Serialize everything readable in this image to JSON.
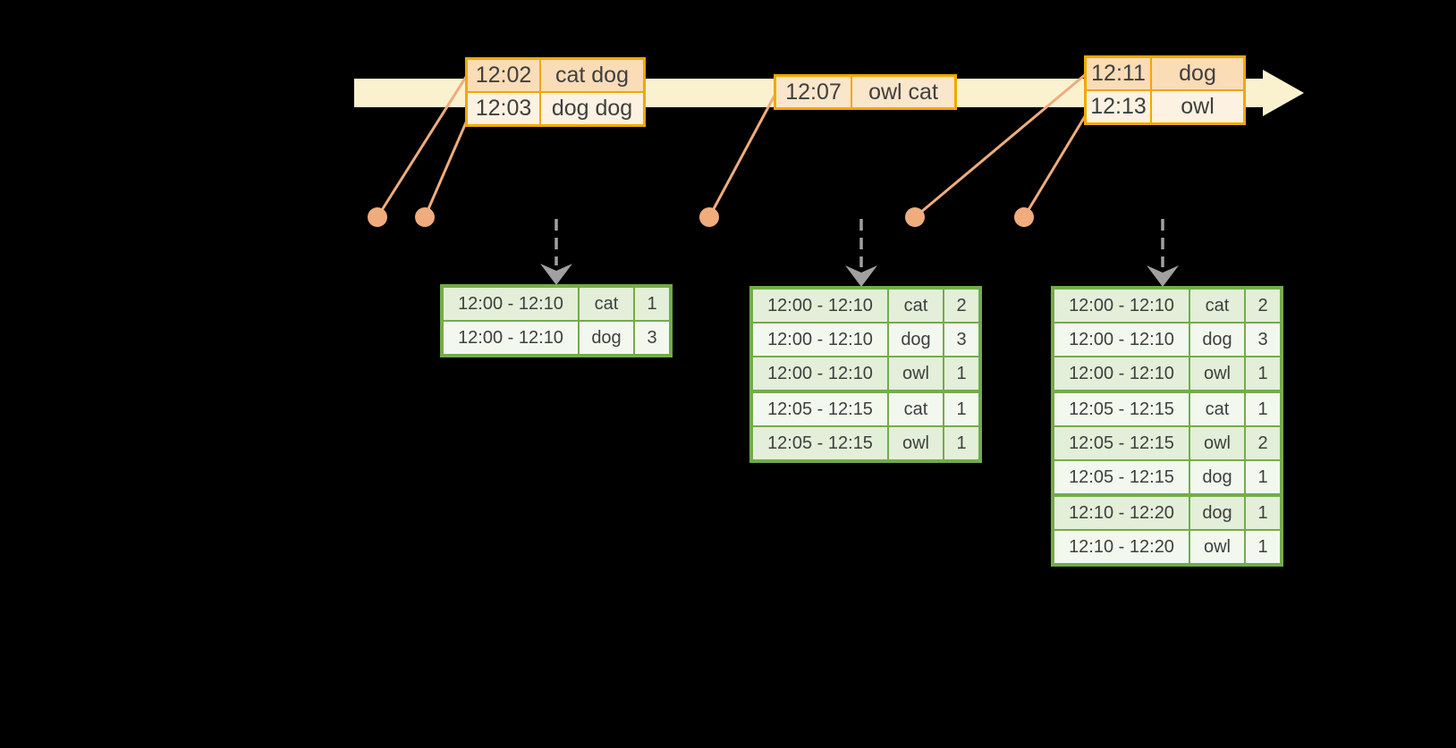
{
  "event_batches": [
    {
      "name": "event-batch-1",
      "rows": [
        {
          "time": "12:02",
          "words": "cat dog"
        },
        {
          "time": "12:03",
          "words": "dog dog"
        }
      ]
    },
    {
      "name": "event-batch-2",
      "rows": [
        {
          "time": "12:07",
          "words": "owl cat"
        }
      ]
    },
    {
      "name": "event-batch-3",
      "rows": [
        {
          "time": "12:11",
          "words": "dog"
        },
        {
          "time": "12:13",
          "words": "owl"
        }
      ]
    }
  ],
  "result_tables": [
    {
      "name": "result-table-1",
      "rows": [
        {
          "window": "12:00 - 12:10",
          "word": "cat",
          "count": "1"
        },
        {
          "window": "12:00 - 12:10",
          "word": "dog",
          "count": "3"
        }
      ]
    },
    {
      "name": "result-table-2",
      "rows": [
        {
          "window": "12:00 - 12:10",
          "word": "cat",
          "count": "2"
        },
        {
          "window": "12:00 - 12:10",
          "word": "dog",
          "count": "3"
        },
        {
          "window": "12:00 - 12:10",
          "word": "owl",
          "count": "1"
        },
        {
          "window": "12:05 - 12:15",
          "word": "cat",
          "count": "1"
        },
        {
          "window": "12:05 - 12:15",
          "word": "owl",
          "count": "1"
        }
      ]
    },
    {
      "name": "result-table-3",
      "rows": [
        {
          "window": "12:00 - 12:10",
          "word": "cat",
          "count": "2"
        },
        {
          "window": "12:00 - 12:10",
          "word": "dog",
          "count": "3"
        },
        {
          "window": "12:00 - 12:10",
          "word": "owl",
          "count": "1"
        },
        {
          "window": "12:05 - 12:15",
          "word": "cat",
          "count": "1"
        },
        {
          "window": "12:05 - 12:15",
          "word": "owl",
          "count": "2"
        },
        {
          "window": "12:05 - 12:15",
          "word": "dog",
          "count": "1"
        },
        {
          "window": "12:10 - 12:20",
          "word": "dog",
          "count": "1"
        },
        {
          "window": "12:10 - 12:20",
          "word": "owl",
          "count": "1"
        }
      ]
    }
  ],
  "colors": {
    "background": "#000000",
    "timeline_band": "#FAF2CF",
    "event_border": "#F0A800",
    "event_row_peach": "#FADCB6",
    "event_row_cream": "#FDF2E1",
    "event_row_single": "#FAE6CB",
    "connector": "#F0AC7C",
    "trigger_arrow": "#A0A0A0",
    "result_border": "#73AC4B",
    "result_row_tint": "#E3EFD9",
    "result_row_plain": "#F3F8EF",
    "text": "#3F3F3F"
  }
}
